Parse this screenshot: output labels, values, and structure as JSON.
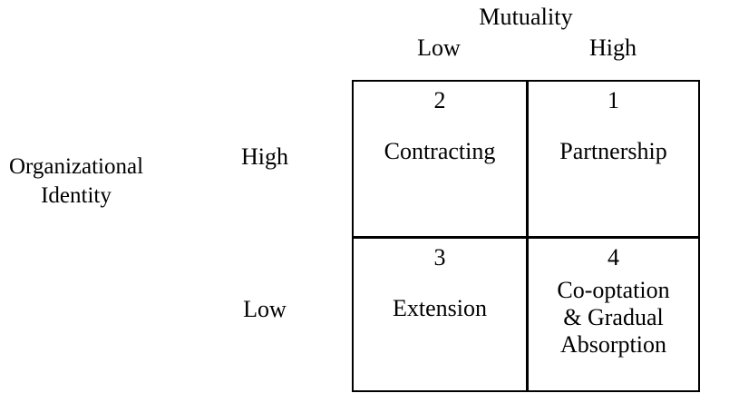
{
  "diagram": {
    "column_axis": {
      "title": "Mutuality",
      "headers": [
        "Low",
        "High"
      ]
    },
    "row_axis": {
      "title_line1": "Organizational",
      "title_line2": "Identity",
      "headers": [
        "High",
        "Low"
      ]
    },
    "cells": [
      {
        "number": "2",
        "label_lines": [
          "Contracting"
        ],
        "row": "High",
        "column": "Low"
      },
      {
        "number": "1",
        "label_lines": [
          "Partnership"
        ],
        "row": "High",
        "column": "High"
      },
      {
        "number": "3",
        "label_lines": [
          "Extension"
        ],
        "row": "Low",
        "column": "Low"
      },
      {
        "number": "4",
        "label_lines": [
          "Co-optation",
          "& Gradual",
          "Absorption"
        ],
        "row": "Low",
        "column": "High"
      }
    ],
    "colors": {
      "background": "#ffffff",
      "text": "#000000",
      "border": "#000000"
    }
  }
}
